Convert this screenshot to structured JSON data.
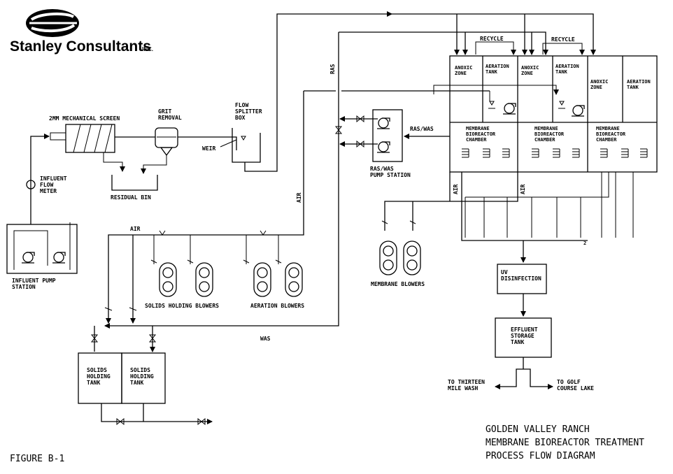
{
  "logo": {
    "company": "Stanley Consultants",
    "suffix": "INC."
  },
  "labels": {
    "influent_flow_meter": [
      "INFLUENT",
      "FLOW",
      "METER"
    ],
    "influent_pump_station": [
      "INFLUENT PUMP",
      "STATION"
    ],
    "mechanical_screen": "2MM MECHANICAL SCREEN",
    "grit_removal": [
      "GRIT",
      "REMOVAL"
    ],
    "residual_bin": "RESIDUAL BIN",
    "flow_splitter_box": [
      "FLOW",
      "SPLITTER",
      "BOX"
    ],
    "weir": "WEIR",
    "ras_vertical": "RAS",
    "air_main": "AIR",
    "air_left": "AIR",
    "air_mbr_1": "AIR",
    "air_mbr_2": "AIR",
    "was": "WAS",
    "ras_was": "RAS/WAS",
    "ras_was_pump_station": [
      "RAS/WAS",
      "PUMP STATION"
    ],
    "recycle_1": "RECYCLE",
    "recycle_2": "RECYCLE",
    "anoxic_zone": [
      "ANOXIC",
      "ZONE"
    ],
    "aeration_tank": [
      "AERATION",
      "TANK"
    ],
    "mbr_chamber": [
      "MEMBRANE",
      "BIOREACTOR",
      "CHAMBER"
    ],
    "membrane_blowers": "MEMBRANE BLOWERS",
    "solids_holding_blowers": "SOLIDS HOLDING BLOWERS",
    "aeration_blowers": "AERATION BLOWERS",
    "solids_holding_tank": [
      "SOLIDS",
      "HOLDING",
      "TANK"
    ],
    "uv_disinfection": [
      "UV",
      "DISINFECTION"
    ],
    "effluent_storage_tank": [
      "EFFLUENT",
      "STORAGE",
      "TANK"
    ],
    "to_thirteen_mile_wash": [
      "TO THIRTEEN",
      "MILE WASH"
    ],
    "to_golf_course_lake": [
      "TO GOLF",
      "COURSE LAKE"
    ],
    "figure": "FIGURE B-1",
    "small_2": "2"
  },
  "title_block": {
    "line1": "GOLDEN VALLEY RANCH",
    "line2": "MEMBRANE BIOREACTOR TREATMENT",
    "line3": "PROCESS FLOW DIAGRAM"
  }
}
